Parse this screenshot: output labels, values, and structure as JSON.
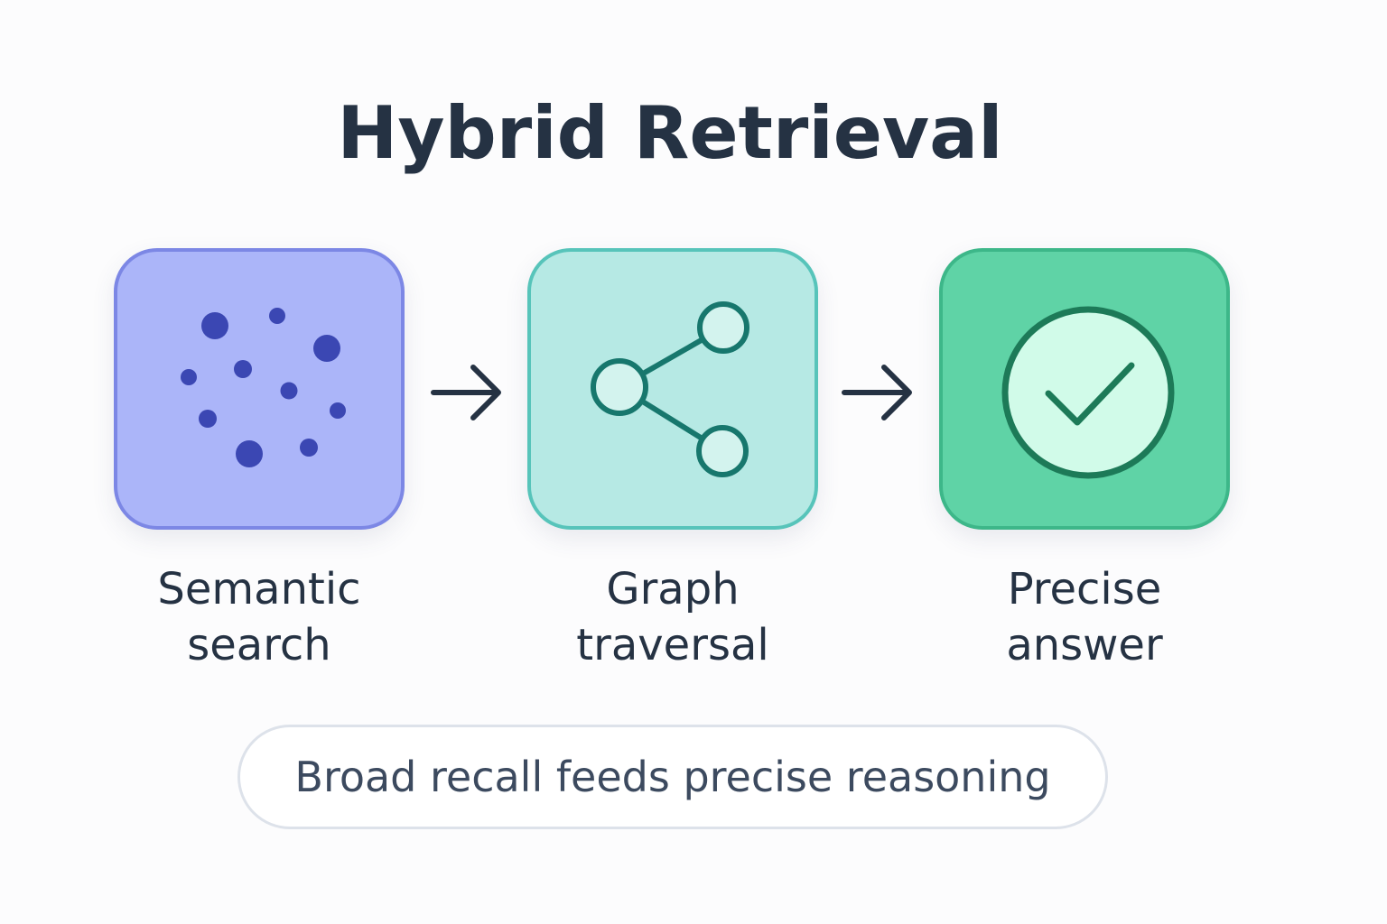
{
  "title": "Hybrid Retrieval",
  "steps": [
    {
      "label_line1": "Semantic",
      "label_line2": "search",
      "icon": "scattered-dots-icon",
      "fill_color": "#abb5f9",
      "border_color": "#7c87e5",
      "icon_color": "#3b47b3"
    },
    {
      "label_line1": "Graph",
      "label_line2": "traversal",
      "icon": "graph-nodes-icon",
      "fill_color": "#b6e9e4",
      "border_color": "#57c4ba",
      "icon_color": "#17776d"
    },
    {
      "label_line1": "Precise",
      "label_line2": "answer",
      "icon": "check-circle-icon",
      "fill_color": "#5fd3a6",
      "border_color": "#3db789",
      "icon_color": "#1d7a58"
    }
  ],
  "connectors": [
    "arrow-right-icon",
    "arrow-right-icon"
  ],
  "caption": "Broad recall feeds precise reasoning"
}
